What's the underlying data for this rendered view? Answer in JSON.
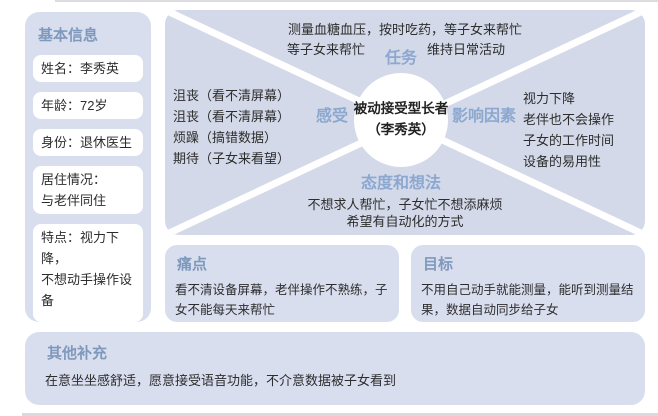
{
  "colors": {
    "panel_bg": "#d9deef",
    "diagram_bg": "#d3d9e8",
    "card_bg": "#ffffff",
    "heading_blue": "#7e99bc",
    "label_blue": "#8ca8d0",
    "body_text": "#2d2d2d"
  },
  "sidebar": {
    "title": "基本信息",
    "cards": [
      {
        "text": "姓名：李秀英"
      },
      {
        "text": "年龄：72岁"
      },
      {
        "text": "身份：退休医生"
      },
      {
        "text": "居住情况：\n与老伴同住"
      },
      {
        "text": "特点：视力下降，\n不想动手操作设备"
      }
    ]
  },
  "empathy_map": {
    "center": {
      "line1": "被动接受型长者",
      "line2": "（李秀英）"
    },
    "tasks": {
      "label": "任务",
      "line1": "测量血糖血压，按时吃药，等子女来帮忙",
      "left": "等子女来帮忙",
      "right": "维持日常活动"
    },
    "feelings": {
      "label": "感受",
      "items": [
        "沮丧（看不清屏幕）",
        "沮丧（看不清屏幕）",
        "烦躁（搞错数据）",
        "期待（子女来看望）"
      ]
    },
    "factors": {
      "label": "影响因素",
      "items": [
        "视力下降",
        "老伴也不会操作",
        "子女的工作时间",
        "设备的易用性"
      ]
    },
    "attitudes": {
      "label": "态度和想法",
      "line1": "不想求人帮忙，子女忙不想添麻烦",
      "line2": "希望有自动化的方式"
    }
  },
  "pain_points": {
    "title": "痛点",
    "text": "看不清设备屏幕，老伴操作不熟练，子女不能每天来帮忙"
  },
  "goals": {
    "title": "目标",
    "text": "不用自己动手就能测量，能听到测量结果，数据自动同步给子女"
  },
  "extra": {
    "title": "其他补充",
    "text": "在意坐坐感舒适，愿意接受语音功能，不介意数据被子女看到"
  }
}
